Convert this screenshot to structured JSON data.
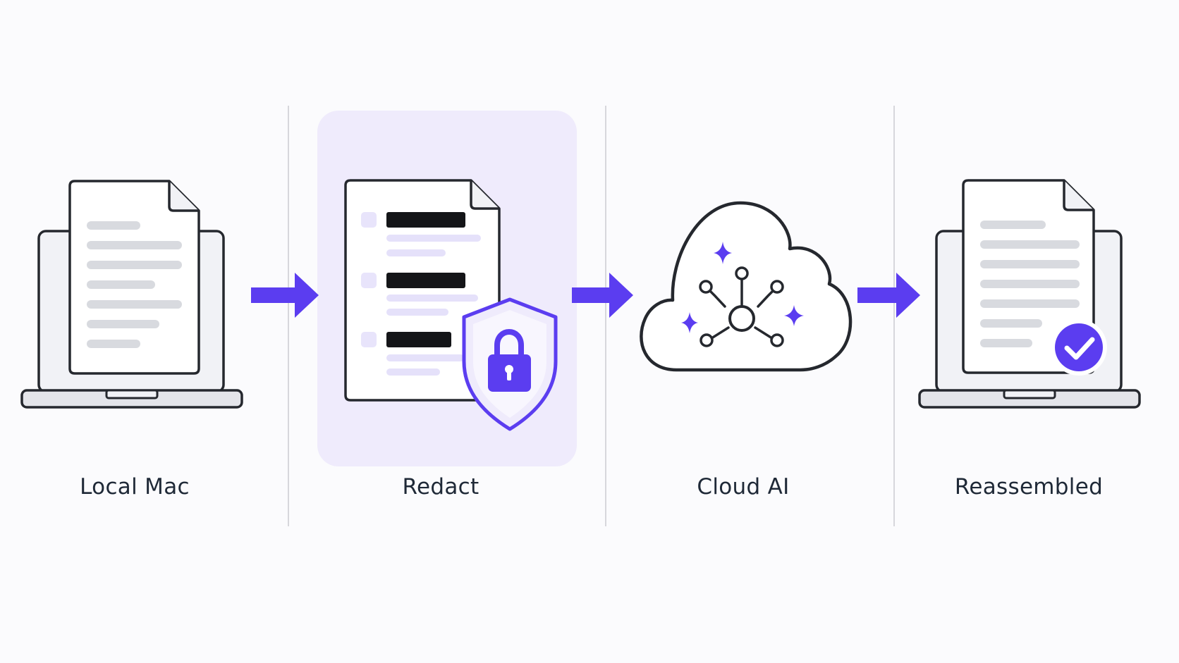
{
  "steps": [
    {
      "label": "Local Mac"
    },
    {
      "label": "Redact"
    },
    {
      "label": "Cloud AI"
    },
    {
      "label": "Reassembled"
    }
  ],
  "icons": {
    "step1": "laptop-document-icon",
    "step2": "redacted-document-shield-lock-icon",
    "step3": "cloud-network-sparkle-icon",
    "step4": "laptop-document-checkmark-icon",
    "connector": "right-arrow-icon"
  },
  "colors": {
    "accent": "#5b3df0",
    "accent_light": "#efebfc",
    "outline": "#25282e",
    "redaction_bar": "#141518",
    "text_line": "#d8dadf",
    "divider": "#d7d7dc",
    "label_text": "#1f2937"
  }
}
